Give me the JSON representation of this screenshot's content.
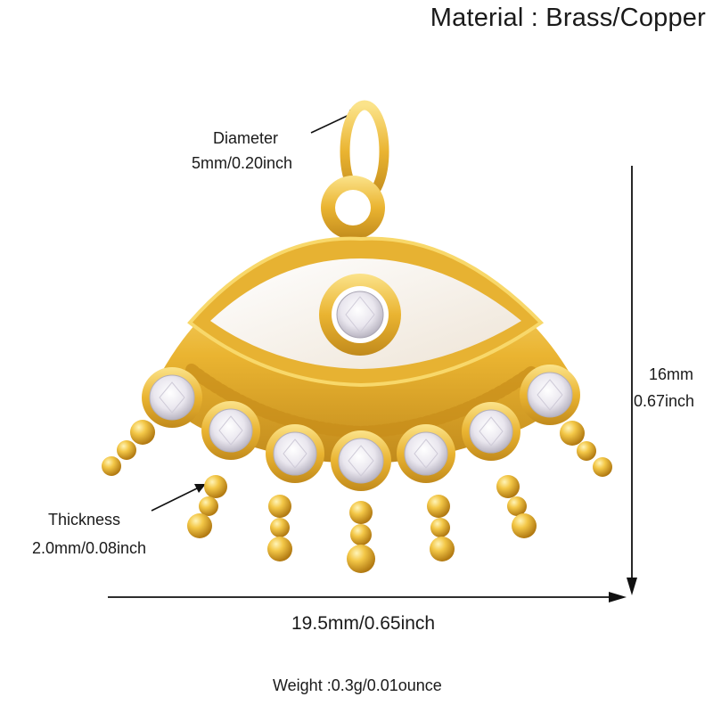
{
  "header": {
    "material": "Material : Brass/Copper"
  },
  "annotations": {
    "diameter_label": "Diameter",
    "diameter_value": "5mm/0.20inch",
    "height_mm": "16mm",
    "height_inch": "0.67inch",
    "thickness_label": "Thickness",
    "thickness_value": "2.0mm/0.08inch",
    "width_value": "19.5mm/0.65inch",
    "weight": "Weight :0.3g/0.01ounce"
  },
  "colors": {
    "gold_light": "#fbe38a",
    "gold_mid": "#e9b52e",
    "gold_dark": "#b27a12",
    "enamel": "#f6f0e8",
    "crystal": "#f2f0f4"
  }
}
